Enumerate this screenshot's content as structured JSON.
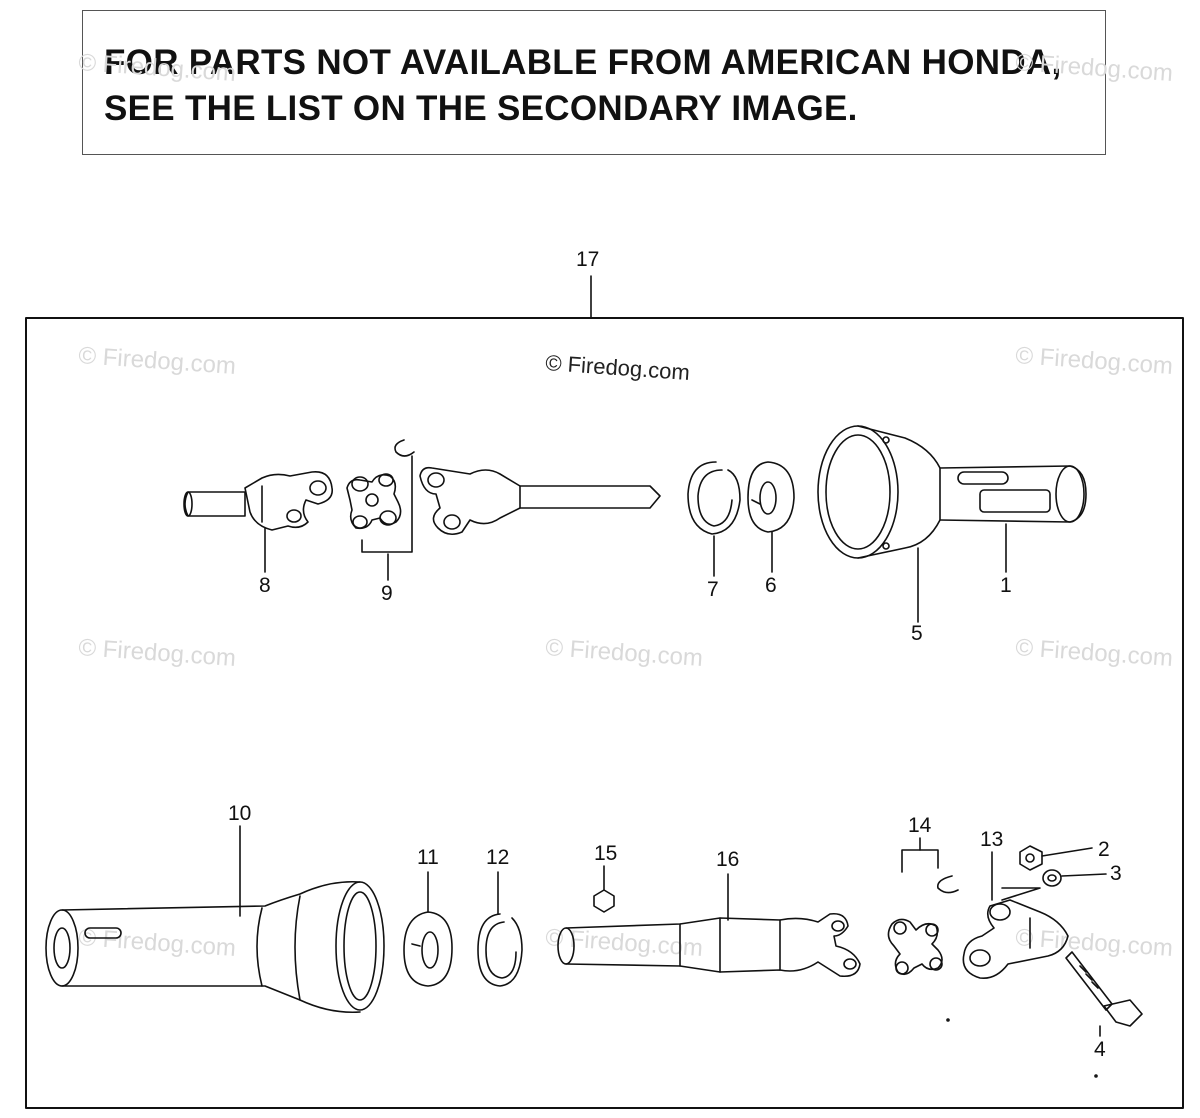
{
  "notice": {
    "line1": "FOR PARTS NOT AVAILABLE FROM AMERICAN HONDA,",
    "line2": "SEE THE LIST ON THE SECONDARY IMAGE."
  },
  "assembly_label": "17",
  "watermark": "© Firedog.com",
  "callouts": {
    "c1": "1",
    "c2": "2",
    "c3": "3",
    "c4": "4",
    "c5": "5",
    "c6": "6",
    "c7": "7",
    "c8": "8",
    "c9": "9",
    "c10": "10",
    "c11": "11",
    "c12": "12",
    "c13": "13",
    "c14": "14",
    "c15": "15",
    "c16": "16"
  },
  "colors": {
    "ink": "#111111",
    "watermark": "#d9d9d9"
  }
}
